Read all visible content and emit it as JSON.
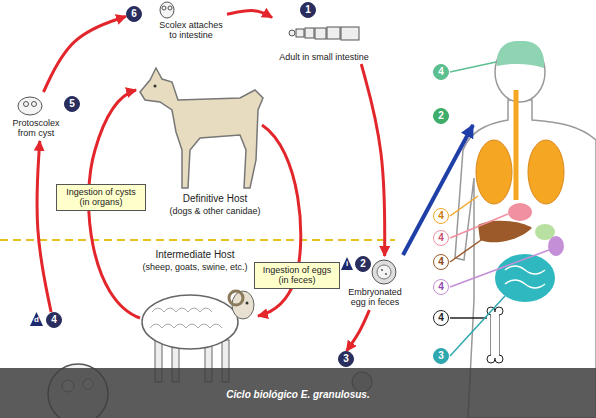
{
  "diagram": {
    "caption": "Ciclo biológico E. granulosus.",
    "nodes": [
      {
        "text": [
          "6",
          "Scolex attaches to intestine"
        ]
      },
      {
        "text": [
          "1",
          "Adult in small intestine"
        ]
      },
      {
        "text": [
          "5",
          "Protoscolex from cyst"
        ]
      },
      {
        "text": [
          "Ingestion of cysts (in organs)"
        ]
      },
      {
        "text": [
          "2",
          "Embryonated egg in feces"
        ]
      },
      {
        "text": [
          "Ingestion of eggs (in feces)"
        ]
      },
      {
        "text": [
          "4"
        ]
      },
      {
        "text": [
          "3"
        ]
      },
      {
        "text": [
          "4"
        ]
      },
      {
        "text": [
          "2"
        ]
      },
      {
        "text": [
          "4"
        ]
      },
      {
        "text": [
          "4"
        ]
      },
      {
        "text": [
          "4"
        ]
      },
      {
        "text": [
          "4"
        ]
      },
      {
        "text": [
          "4"
        ]
      },
      {
        "text": [
          "3"
        ]
      }
    ],
    "edges": [
      {
        "from": 0,
        "to": 1,
        "arrow": "to"
      },
      {
        "from": 1,
        "to": 4,
        "arrow": "to"
      },
      {
        "from": 4,
        "to": 7,
        "arrow": "to"
      },
      {
        "from": 6,
        "to": 2,
        "arrow": "to"
      },
      {
        "from": 2,
        "to": 0,
        "arrow": "to"
      }
    ],
    "labels": [
      "Definitive Host",
      "(dogs & other canidae)",
      "Intermediate Host",
      "(sheep, goats, swine, etc.)",
      "i",
      "d"
    ]
  }
}
